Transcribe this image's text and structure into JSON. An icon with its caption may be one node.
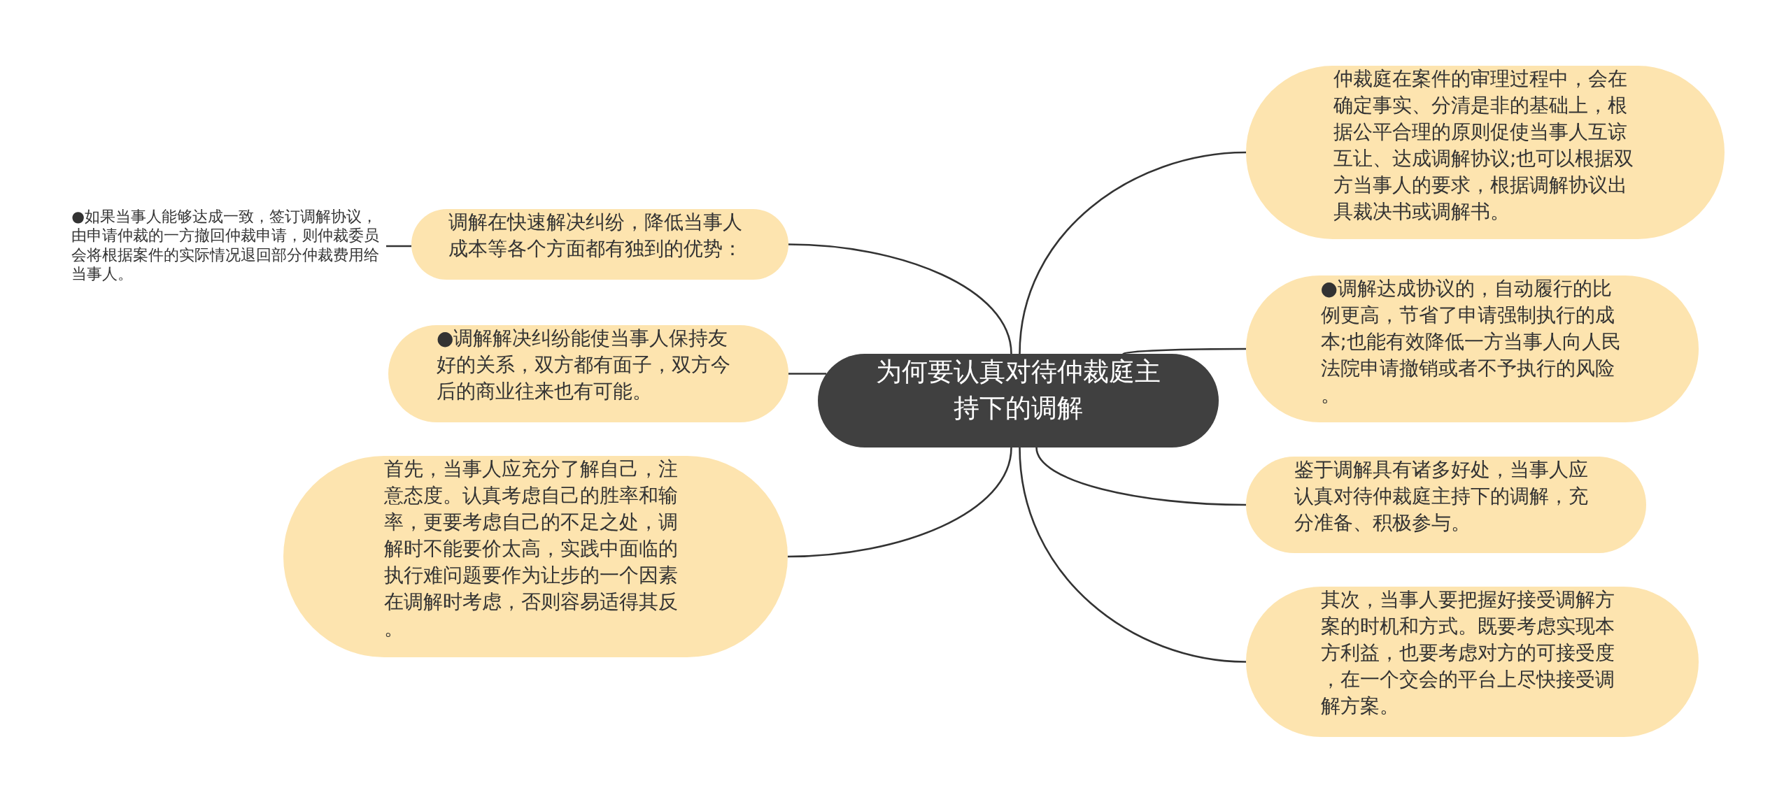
{
  "diagram": {
    "nodes": [
      {
        "text": [
          "为何要认真对待仲裁庭主持下的调解"
        ]
      },
      {
        "text": [
          "调解在快速解决纠纷，降低当事人成本等各个方面都有独到的优势："
        ]
      },
      {
        "text": [
          "●如果当事人能够达成一致，签订调解协议，由申请仲裁的一方撤回仲裁申请，则仲裁委员会将根据案件的实际情况退回部分仲裁费用给当事人。"
        ]
      },
      {
        "text": [
          "●调解解决纠纷能使当事人保持友好的关系，双方都有面子，双方今后的商业往来也有可能。"
        ]
      },
      {
        "text": [
          "首先，当事人应充分了解自己，注意态度。认真考虑自己的胜率和输率，更要考虑自己的不足之处，调解时不能要价太高，实践中面临的执行难问题要作为让步的一个因素在调解时考虑，否则容易适得其反。"
        ]
      },
      {
        "text": [
          "仲裁庭在案件的审理过程中，会在确定事实、分清是非的基础上，根据公平合理的原则促使当事人互谅互让、达成调解协议;也可以根据双方当事人的要求，根据调解协议出具裁决书或调解书。"
        ]
      },
      {
        "text": [
          "●调解达成协议的，自动履行的比例更高，节省了申请强制执行的成本;也能有效降低一方当事人向人民法院申请撤销或者不予执行的风险。"
        ]
      },
      {
        "text": [
          "鉴于调解具有诸多好处，当事人应认真对待仲裁庭主持下的调解，充分准备、积极参与。"
        ]
      },
      {
        "text": [
          "其次，当事人要把握好接受调解方案的时机和方式。既要考虑实现本方利益，也要考虑对方的可接受度，在一个交会的平台上尽快接受调解方案。"
        ]
      }
    ],
    "edges": [
      {
        "from": 0,
        "to": 1,
        "arrow": "none"
      },
      {
        "from": 1,
        "to": 2,
        "arrow": "none"
      },
      {
        "from": 0,
        "to": 3,
        "arrow": "none"
      },
      {
        "from": 0,
        "to": 4,
        "arrow": "none"
      },
      {
        "from": 0,
        "to": 5,
        "arrow": "none"
      },
      {
        "from": 0,
        "to": 6,
        "arrow": "none"
      },
      {
        "from": 0,
        "to": 7,
        "arrow": "none"
      },
      {
        "from": 0,
        "to": 8,
        "arrow": "none"
      }
    ]
  }
}
